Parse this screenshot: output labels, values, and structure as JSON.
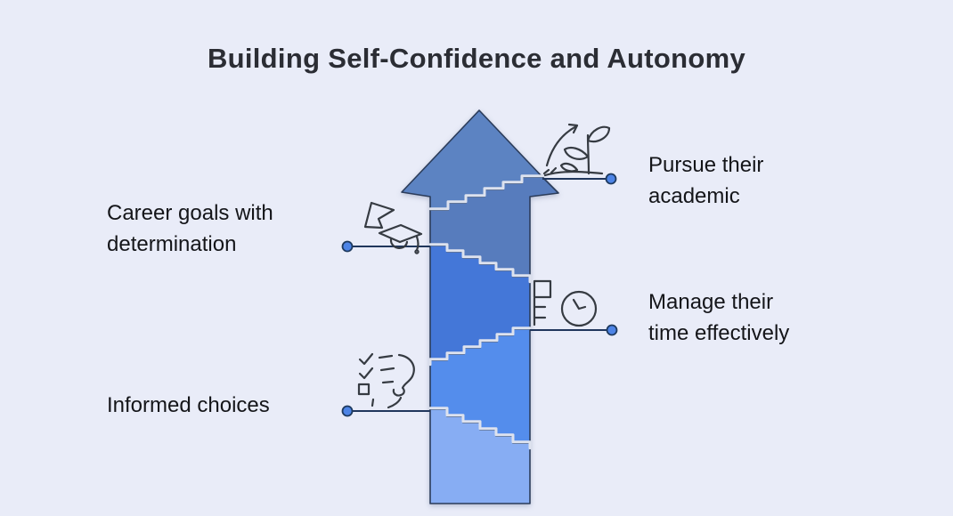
{
  "title": "Building Self-Confidence and Autonomy",
  "colors": {
    "background": "#e9ecf8",
    "title_text": "#2b2d34",
    "label_text": "#141519"
  },
  "arrow": {
    "segment_colors": [
      "#5c83c2",
      "#577cbd",
      "#4477d8",
      "#548dec",
      "#87adf3"
    ],
    "outline_color": "#2b3c5a",
    "step_highlight": "#dde2ee"
  },
  "connectors": {
    "line_color": "#20365c",
    "dot_fill": "#4d84e6",
    "dot_ring": "#1e3a5f"
  },
  "icons": {
    "stroke_color": "#363b42",
    "names": [
      "growth-plant-icon",
      "graduation-cap-icon",
      "time-management-clock-icon",
      "informed-decision-head-icon"
    ]
  },
  "labels": [
    {
      "id": "pursue",
      "text": "Pursue their\nacademic",
      "side": "right",
      "icon": "growth-plant-icon"
    },
    {
      "id": "career",
      "text": "Career goals with\ndetermination",
      "side": "left",
      "icon": "graduation-cap-icon"
    },
    {
      "id": "manage",
      "text": "Manage their\ntime effectively",
      "side": "right",
      "icon": "time-management-clock-icon"
    },
    {
      "id": "informed",
      "text": "Informed choices",
      "side": "left",
      "icon": "informed-decision-head-icon"
    }
  ]
}
